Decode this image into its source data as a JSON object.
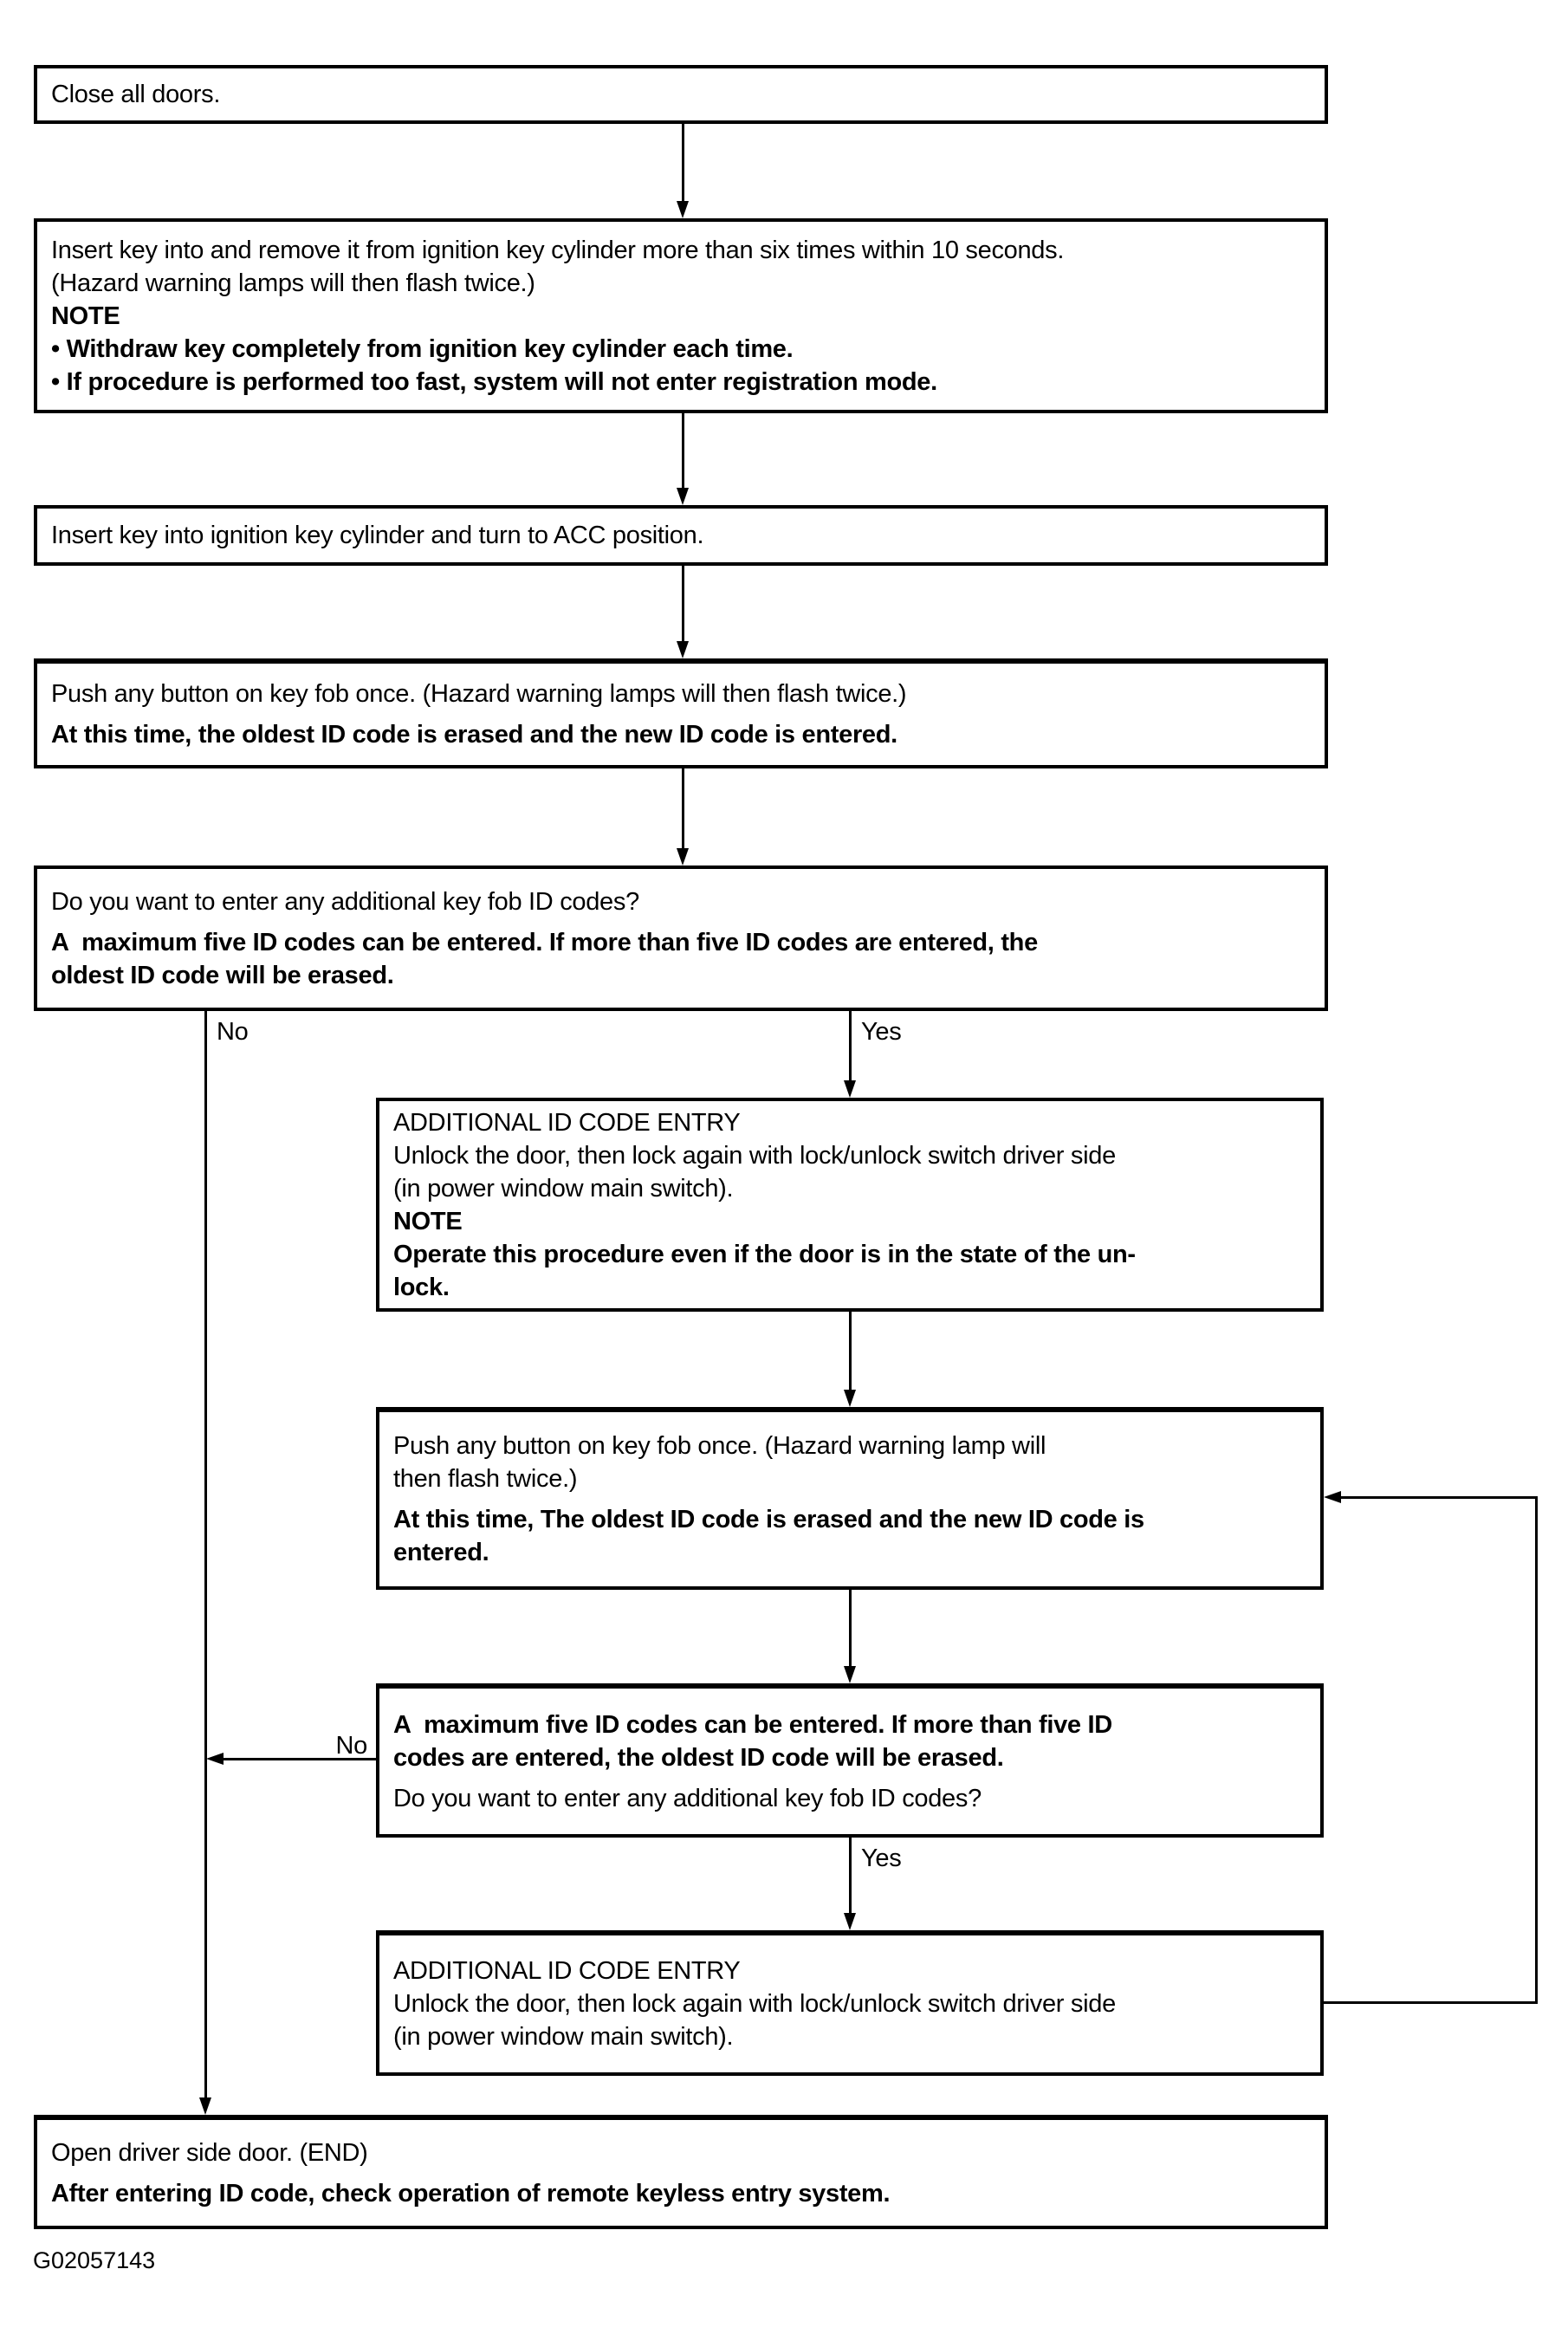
{
  "caption": "G02057143",
  "colors": {
    "line": "#000000",
    "background": "#ffffff"
  },
  "labels": {
    "no1": "No",
    "yes1": "Yes",
    "no2": "No",
    "yes2": "Yes"
  },
  "boxes": {
    "close_doors": {
      "l1": "Close all doors."
    },
    "insert_remove": {
      "l1": "Insert key into and remove it from ignition key cylinder more than six times within 10 seconds.",
      "l2": "(Hazard warning lamps will then flash twice.)",
      "l3": "NOTE",
      "l4": "• Withdraw key completely from ignition key cylinder each time.",
      "l5": "• If procedure is performed too fast, system will not enter registration mode."
    },
    "insert_acc": {
      "l1": "Insert key into ignition key cylinder and turn to ACC position."
    },
    "push_first": {
      "l1": "Push any button on key fob once. (Hazard warning lamps will then flash twice.)",
      "l2": "At this time, the oldest ID code is erased and the new ID code is entered."
    },
    "question1": {
      "l1": "Do you want to enter any additional key fob ID codes?",
      "l2": "A  maximum five ID codes can be entered. If more than five ID codes are entered, the",
      "l3": "oldest ID code will be erased."
    },
    "entry1": {
      "l1": "ADDITIONAL ID CODE ENTRY",
      "l2": "Unlock the door, then lock again with lock/unlock switch driver side",
      "l3": "(in power window main switch).",
      "l4": "NOTE",
      "l5": "Operate this procedure even if the door is in the state of the un-",
      "l6": "lock."
    },
    "push_second": {
      "l1": "Push any button on key fob once. (Hazard warning lamp will",
      "l2": "then flash twice.)",
      "l3": "At this time, The oldest ID code is erased and the new ID code is",
      "l4": "entered."
    },
    "question2": {
      "l1": "A  maximum five ID codes can be entered. If more than five ID",
      "l2": "codes are entered, the oldest ID code will be erased.",
      "l3": "Do you want to enter any additional key fob ID codes?"
    },
    "entry2": {
      "l1": "ADDITIONAL ID CODE ENTRY",
      "l2": "Unlock the door, then lock again with lock/unlock switch driver side",
      "l3": "(in power window main switch)."
    },
    "end_step": {
      "l1": "Open driver side door. (END)",
      "l2": "After entering ID code, check operation of remote keyless entry system."
    }
  }
}
